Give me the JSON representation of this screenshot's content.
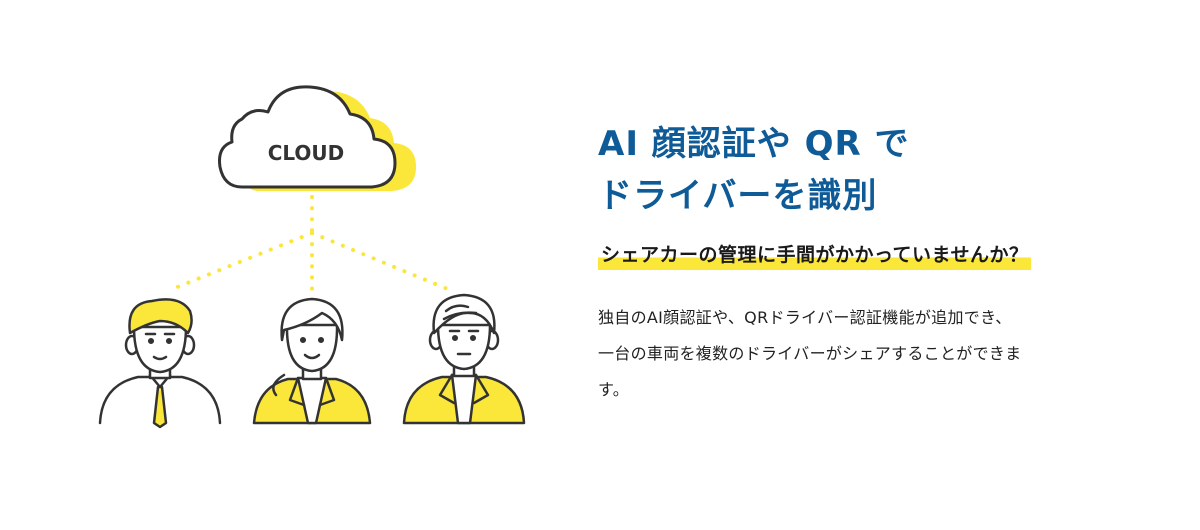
{
  "illustration": {
    "cloud_label": "CLOUD",
    "people": [
      "person-left",
      "person-middle",
      "person-right"
    ]
  },
  "headline": {
    "line1": "AI 顔認証や QR で",
    "line2": "ドライバーを識別"
  },
  "subheadline": "シェアカーの管理に手間がかかっていませんか？",
  "body": {
    "line1": "独自のAI顔認証や、QRドライバー認証機能が追加でき、",
    "line2": "一台の車両を複数のドライバーがシェアすることができま",
    "line3": "す。"
  },
  "colors": {
    "accent_blue": "#0f5b97",
    "highlight_yellow": "#fbe63a",
    "line_dark": "#333333"
  }
}
